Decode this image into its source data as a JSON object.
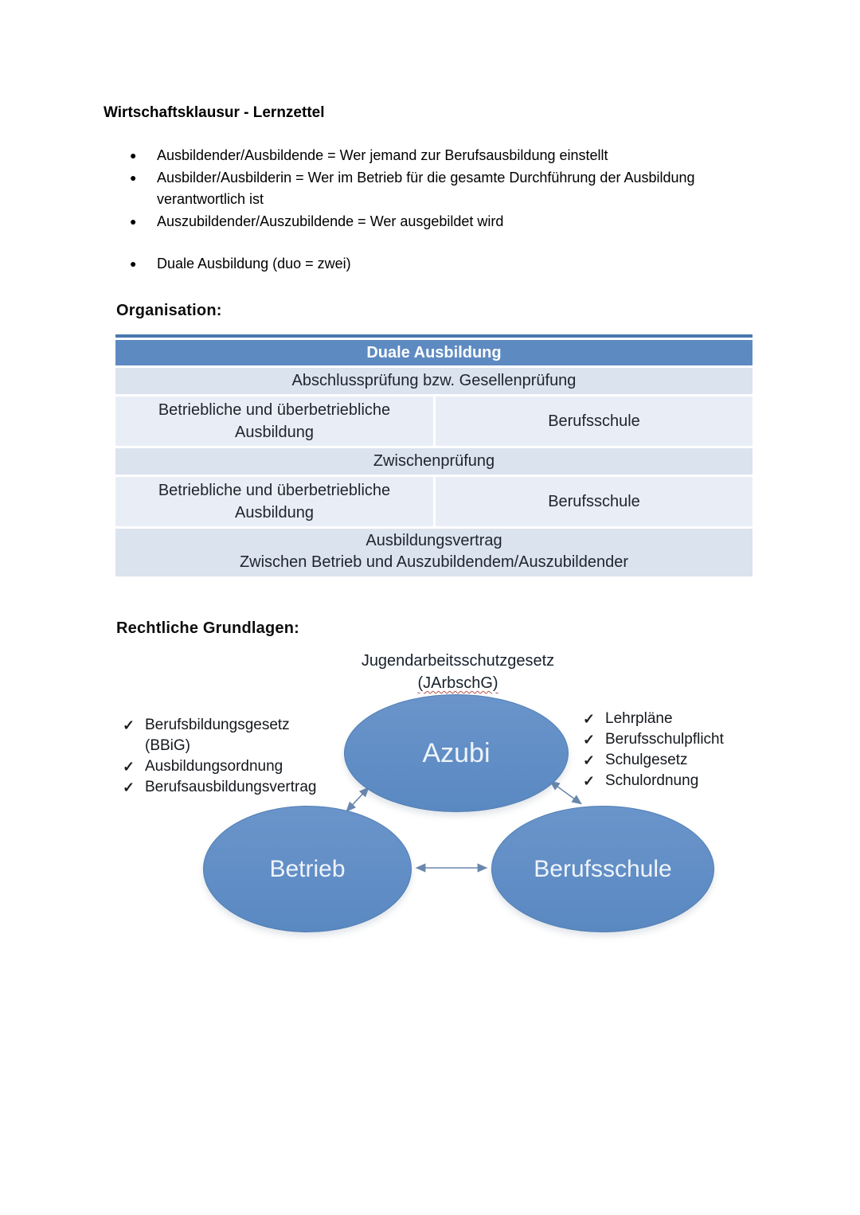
{
  "document": {
    "title": "Wirtschaftsklausur - Lernzettel",
    "bullets": [
      "Ausbildender/Ausbildende = Wer jemand zur Berufsausbildung einstellt",
      "Ausbilder/Ausbilderin = Wer im Betrieb für die gesamte Durchführung der Ausbildung verantwortlich ist",
      "Auszubildender/Auszubildende = Wer ausgebildet wird"
    ],
    "bullets2": [
      "Duale Ausbildung (duo = zwei)"
    ],
    "sections": {
      "organisation": "Organisation:",
      "rechtliche": "Rechtliche Grundlagen:"
    }
  },
  "table": {
    "rows": [
      {
        "type": "header",
        "text": "Duale Ausbildung"
      },
      {
        "type": "band",
        "text": "Abschlussprüfung bzw. Gesellenprüfung"
      },
      {
        "type": "split",
        "left": "Betriebliche und überbetriebliche Ausbildung",
        "right": "Berufsschule"
      },
      {
        "type": "band",
        "text": "Zwischenprüfung"
      },
      {
        "type": "split",
        "left": "Betriebliche und überbetriebliche Ausbildung",
        "right": "Berufsschule"
      },
      {
        "type": "band2",
        "line1": "Ausbildungsvertrag",
        "line2": "Zwischen Betrieb und Auszubildendem/Auszubildender"
      }
    ],
    "colors": {
      "header_bg": "#5e8ac2",
      "header_text": "#ffffff",
      "band_bg": "#dbe3ef",
      "cell_bg": "#e9eef6",
      "accent_line": "#4a78ae"
    }
  },
  "diagram": {
    "top_label_line1": "Jugendarbeitsschutzgesetz",
    "top_label_line2": "(JArbschG)",
    "nodes": [
      {
        "id": "azubi",
        "label": "Azubi"
      },
      {
        "id": "betrieb",
        "label": "Betrieb"
      },
      {
        "id": "berufsschule",
        "label": "Berufsschule"
      }
    ],
    "left_checklist": [
      "Berufsbildungsgesetz (BBiG)",
      "Ausbildungsordnung",
      "Berufsausbildungsvertrag"
    ],
    "right_checklist": [
      "Lehrpläne",
      "Berufsschulpflicht",
      "Schulgesetz",
      "Schulordnung"
    ],
    "check_glyph": "✓",
    "colors": {
      "node_fill": "#5d8cc4",
      "node_text": "#eef4fb",
      "arrow": "#6a87ad",
      "spellcheck_underline": "#b2534e"
    }
  }
}
